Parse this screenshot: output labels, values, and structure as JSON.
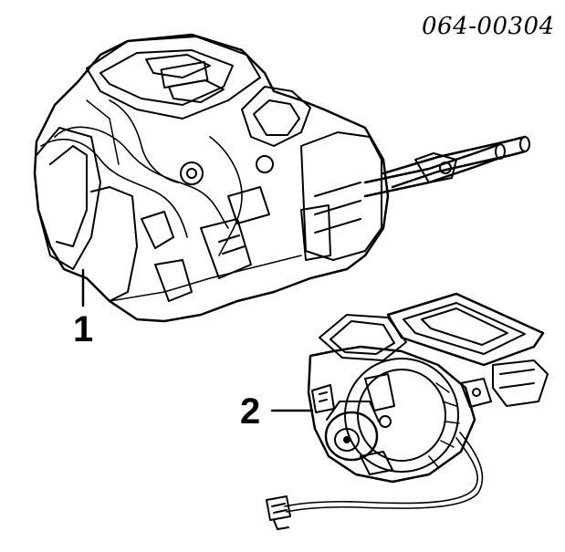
{
  "diagram": {
    "reference_code": "064-00304",
    "parts": [
      {
        "callout": "1",
        "icon": "heater-core-housing-icon"
      },
      {
        "callout": "2",
        "icon": "blower-motor-assembly-icon"
      }
    ]
  }
}
